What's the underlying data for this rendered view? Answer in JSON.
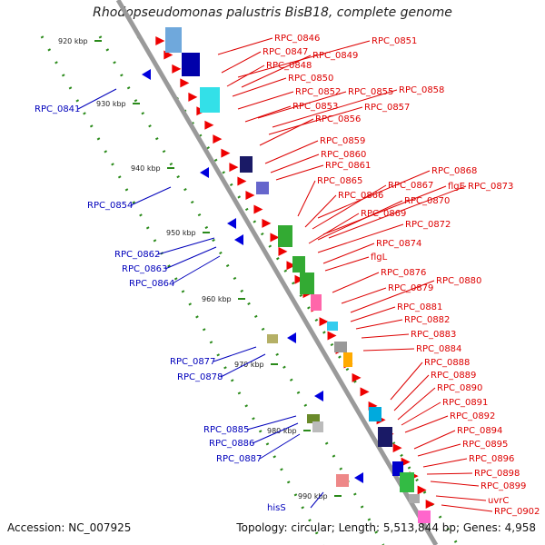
{
  "title": "Rhodopseudomonas palustris BisB18, complete genome",
  "footer": {
    "accession": "Accession: NC_007925",
    "summary": "Topology: circular; Length: 5,513,844 bp; Genes: 4,958"
  },
  "colors": {
    "forward_label": "#dd0000",
    "reverse_label": "#0000bb",
    "backbone": "#9a9a9a",
    "tick": "#2a8a1a"
  },
  "ruler_ticks": [
    "920 kbp",
    "930 kbp",
    "940 kbp",
    "950 kbp",
    "960 kbp",
    "970 kbp",
    "980 kbp",
    "990 kbp"
  ],
  "forward_genes": [
    "RPC_0846",
    "RPC_0851",
    "RPC_0847",
    "RPC_0849",
    "RPC_0848",
    "RPC_0850",
    "RPC_0852",
    "RPC_0855",
    "RPC_0858",
    "RPC_0853",
    "RPC_0857",
    "RPC_0856",
    "RPC_0859",
    "RPC_0860",
    "RPC_0861",
    "RPC_0868",
    "RPC_0865",
    "RPC_0867",
    "flgE",
    "RPC_0873",
    "RPC_0866",
    "RPC_0870",
    "RPC_0869",
    "RPC_0872",
    "RPC_0874",
    "flgL",
    "RPC_0876",
    "RPC_0880",
    "RPC_0879",
    "RPC_0881",
    "RPC_0882",
    "RPC_0883",
    "RPC_0884",
    "RPC_0888",
    "RPC_0889",
    "RPC_0890",
    "RPC_0891",
    "RPC_0892",
    "RPC_0894",
    "RPC_0895",
    "RPC_0896",
    "RPC_0898",
    "RPC_0899",
    "uvrC",
    "RPC_0902"
  ],
  "reverse_genes": [
    "RPC_0841",
    "RPC_0854",
    "RPC_0862",
    "RPC_0863",
    "RPC_0864",
    "RPC_0877",
    "RPC_0878",
    "RPC_0885",
    "RPC_0886",
    "RPC_0887",
    "hisS"
  ]
}
